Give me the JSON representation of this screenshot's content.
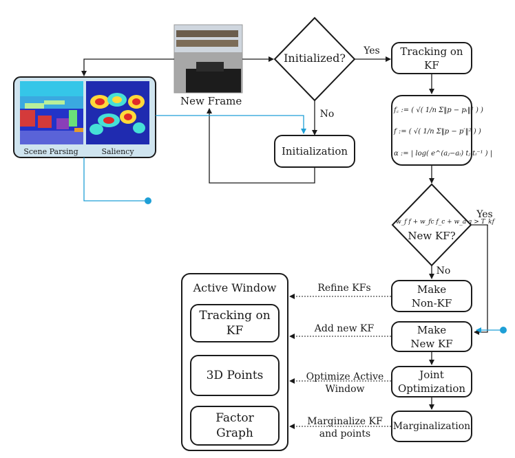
{
  "labels": {
    "new_frame": "New Frame",
    "initialized_q": "Initialized?",
    "yes_1": "Yes",
    "no_1": "No",
    "tracking_on_kf": "Tracking on\nKF",
    "initialization": "Initialization",
    "scene_parsing": "Scene Parsing",
    "saliency": "Saliency",
    "new_kf_q": "New KF?",
    "yes_2": "Yes",
    "no_2": "No",
    "make_non_kf": "Make\nNon-KF",
    "make_new_kf": "Make\nNew KF",
    "joint_optimization": "Joint\nOptimization",
    "marginalization": "Marginalization",
    "refine_kfs": "Refine KFs",
    "add_new_kf": "Add new KF",
    "optimize_active_window": "Optimize Active\nWindow",
    "marginalize_kf_points": "Marginalize KF\nand points",
    "active_window": "Active Window",
    "aw_tracking": "Tracking on\nKF",
    "aw_3d_points": "3D Points",
    "aw_factor_graph": "Factor\nGraph"
  },
  "formulas": {
    "f_c": "f꜀ := ( √( 1/n Σ‖p − pᵢ‖² ) )",
    "f": "f := ( √( 1/n Σ‖p − p′‖² ) )",
    "alpha": "α := | log( e^(aⱼ−aᵢ) tⱼ tᵢ⁻¹ ) |",
    "decision": "w_f f + w_fc f_c + w_a a > T_kf"
  },
  "colors": {
    "line": "#1a1a1a",
    "accent": "#1e9fd6",
    "panel_fill": "#cfe4ef",
    "panel_border": "#1a1a1a"
  }
}
